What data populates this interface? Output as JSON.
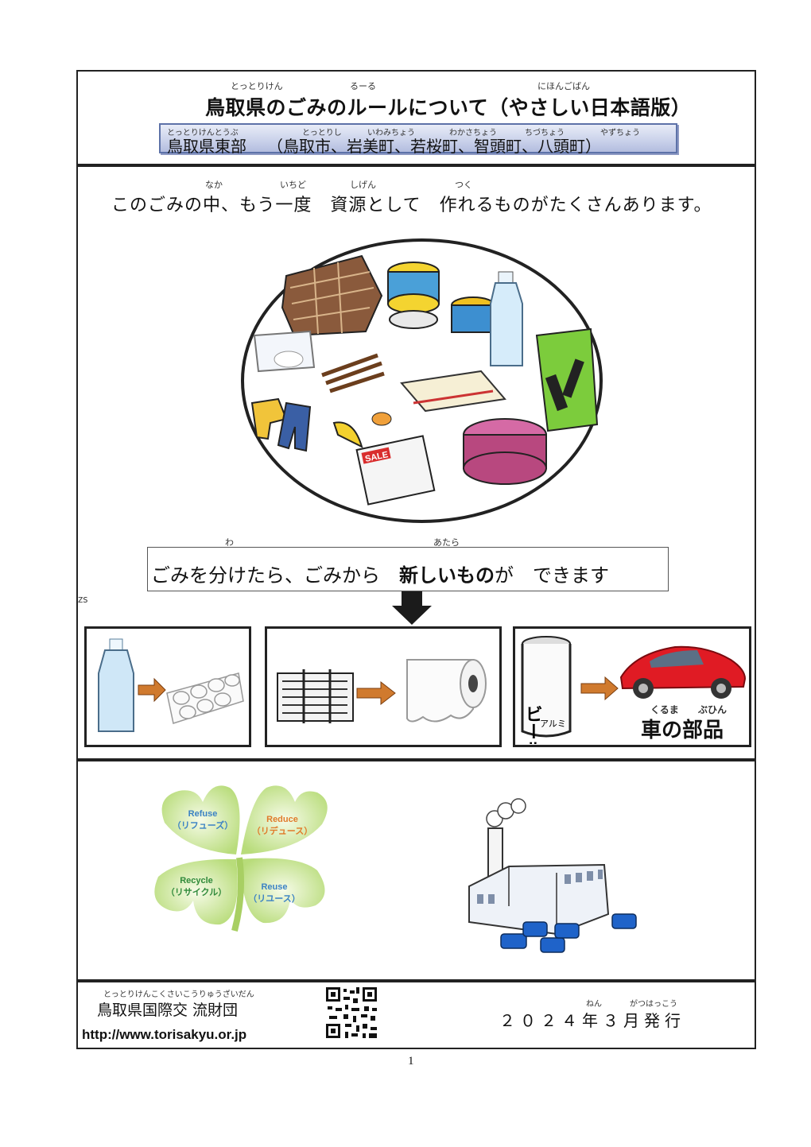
{
  "header": {
    "title_ruby": {
      "a": "とっとりけん",
      "b": "るーる",
      "c": "にほんごばん"
    },
    "title": "鳥取県のごみのルールについて（やさしい日本語版）",
    "region_ruby": {
      "a": "とっとりけんとうぶ",
      "b": "とっとりし",
      "c": "いわみちょう",
      "d": "わかさちょう",
      "e": "ちづちょう",
      "f": "やずちょう"
    },
    "region_name": "鳥取県東部",
    "region_towns": "（鳥取市、岩美町、若桜町、智頭町、八頭町）"
  },
  "intro": {
    "ruby": {
      "a": "なか",
      "b": "いちど",
      "c": "しげん",
      "d": "つく"
    },
    "text": "このごみの中、もう一度　資源として　作れるものがたくさんあります。"
  },
  "sorting": {
    "ruby": {
      "a": "わ",
      "b": "あたら"
    },
    "part1": "ごみを分けたら、ごみから　",
    "bold": "新しいもの",
    "part2": "が　できます",
    "stray_mark": "zs"
  },
  "recycle_examples": {
    "can_label": "ビール",
    "can_sub": "アルミ",
    "sale_label": "SALE",
    "car_parts_ruby": {
      "a": "くるま",
      "b": "ぶひん"
    },
    "car_parts": "車の部品"
  },
  "clover": {
    "leaves": [
      {
        "en": "Refuse",
        "jp": "（リフューズ）",
        "color": "#3b82c4"
      },
      {
        "en": "Reduce",
        "jp": "（リデュース）",
        "color": "#e07b2a"
      },
      {
        "en": "Recycle",
        "jp": "（リサイクル）",
        "color": "#2f8a3a"
      },
      {
        "en": "Reuse",
        "jp": "（リユース）",
        "color": "#3b82c4"
      }
    ]
  },
  "footer": {
    "org_ruby": "とっとりけんこくさいこうりゅうざいだん",
    "org": "鳥取県国際交 流財団",
    "url": "http://www.torisakyu.or.jp",
    "date_ruby": {
      "a": "ねん",
      "b": "がつはっこう"
    },
    "date": "２０２４年３月発行"
  },
  "page_number": "1"
}
